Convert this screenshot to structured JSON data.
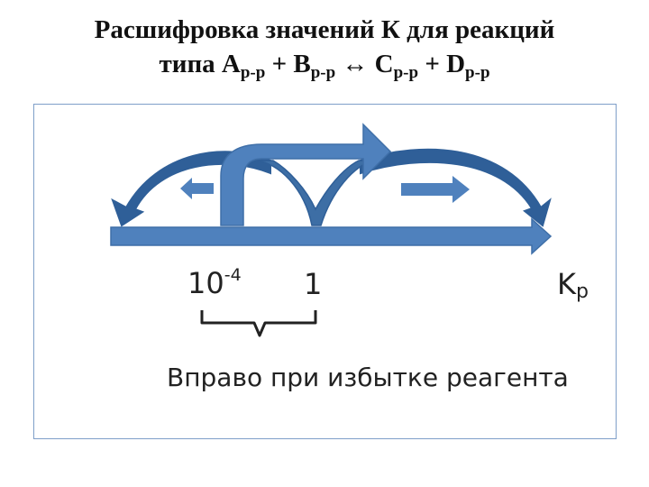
{
  "title": {
    "line1": "Расшифровка значений К для реакций",
    "line2_prefix": "типа A",
    "sub_a": "р-р",
    "plus1": " + B",
    "sub_b": "р-р",
    "arrow": " ↔ C",
    "sub_c": "р-р",
    "plus2": " + D",
    "sub_d": "р-р"
  },
  "axis": {
    "tick_low_base": "10",
    "tick_low_exp": "-4",
    "tick_one": "1",
    "kp_main": "K",
    "kp_sub": "p"
  },
  "caption": "Вправо при избытке реагента",
  "colors": {
    "arrow_fill": "#4f81bd",
    "arrow_dark": "#2f5f98",
    "arrow_deep": "#3d6ea5",
    "panel_border": "#7f9fc9"
  }
}
